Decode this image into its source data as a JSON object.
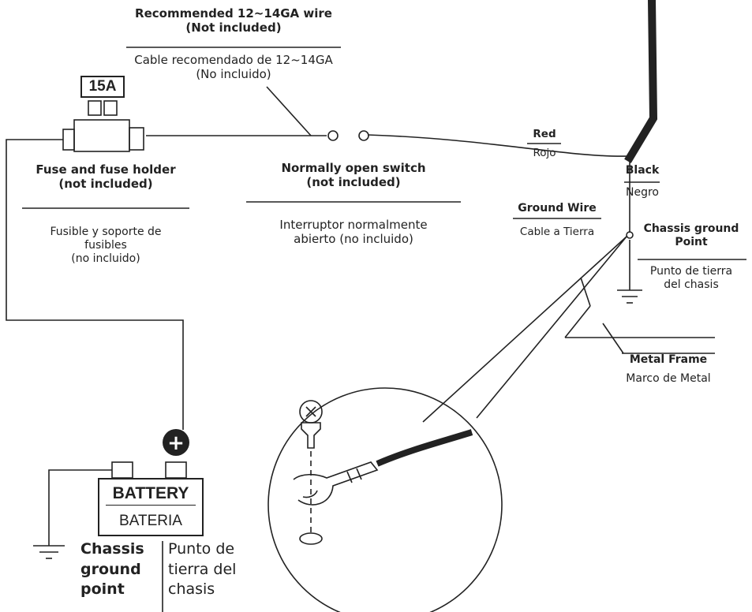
{
  "wire": {
    "title_en_line1": "Recommended 12~14GA wire",
    "title_en_line2": "(Not included)",
    "title_es_line1": "Cable recomendado de 12~14GA",
    "title_es_line2": "(No incluido)"
  },
  "fuse": {
    "amperage": "15A",
    "title_en_line1": "Fuse and fuse holder",
    "title_en_line2": "(not included)",
    "title_es_line1": "Fusible y soporte de",
    "title_es_line2": "fusibles",
    "title_es_line3": "(no incluido)"
  },
  "switch": {
    "title_en_line1": "Normally open switch",
    "title_en_line2": "(not included)",
    "title_es_line1": "Interruptor normalmente",
    "title_es_line2": "abierto (no incluido)"
  },
  "red_wire": {
    "en": "Red",
    "es": "Rojo"
  },
  "black_wire": {
    "en": "Black",
    "es": "Negro"
  },
  "ground_wire": {
    "en": "Ground Wire",
    "es": "Cable a Tierra"
  },
  "chassis_point_right": {
    "en_line1": "Chassis ground",
    "en_line2": "Point",
    "es_line1": "Punto de tierra",
    "es_line2": "del chasis"
  },
  "metal_frame": {
    "en": "Metal Frame",
    "es": "Marco de Metal"
  },
  "battery": {
    "positive_symbol": "+",
    "label_en": "BATTERY",
    "label_es": "BATERIA"
  },
  "chassis_point_left": {
    "en_line1": "Chassis",
    "en_line2": "ground",
    "en_line3": "point",
    "es_line1": "Punto de",
    "es_line2": "tierra del",
    "es_line3": "chasis"
  },
  "colors": {
    "line": "#222222",
    "text": "#222222",
    "background": "#ffffff"
  },
  "icons": [
    "fuse-holder-icon",
    "switch-icon",
    "ground-symbol-icon",
    "screw-icon",
    "ring-terminal-icon",
    "battery-icon"
  ]
}
